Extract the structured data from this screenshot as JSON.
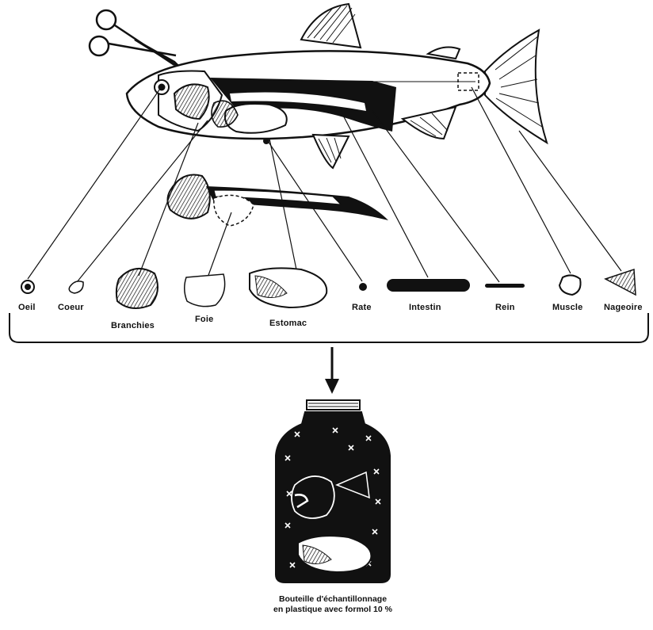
{
  "organs": {
    "oeil": "Oeil",
    "coeur": "Coeur",
    "branchies": "Branchies",
    "foie": "Foie",
    "estomac": "Estomac",
    "rate": "Rate",
    "intestin": "Intestin",
    "rein": "Rein",
    "muscle": "Muscle",
    "nageoire": "Nageoire"
  },
  "caption": {
    "line1": "Bouteille d'échantillonnage",
    "line2": "en plastique avec formol 10 %"
  },
  "icons": [
    "scissors-icon",
    "fish-icon",
    "arrow-down-icon",
    "bottle-icon"
  ],
  "colors": {
    "ink": "#111111",
    "paper": "#ffffff"
  }
}
